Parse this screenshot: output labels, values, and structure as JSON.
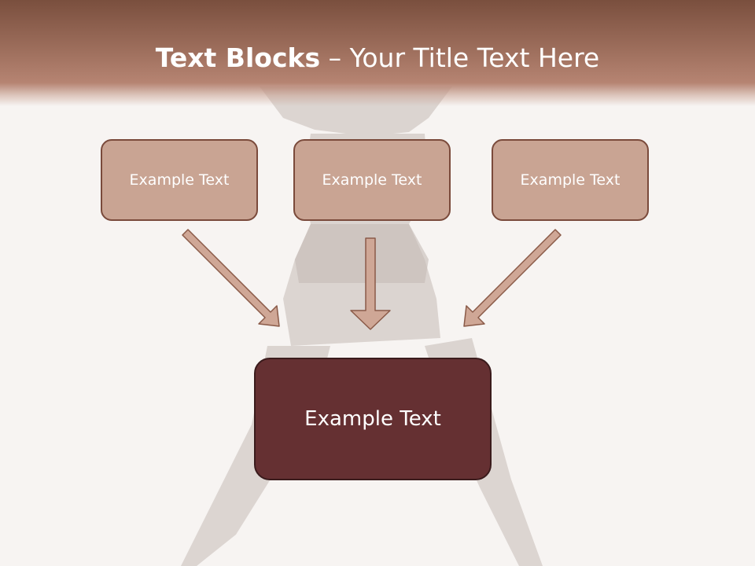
{
  "title": {
    "bold_part": "Text Blocks",
    "separator": " – ",
    "light_part": "Your Title Text Here"
  },
  "blocks": [
    {
      "label": "Example Text"
    },
    {
      "label": "Example Text"
    },
    {
      "label": "Example Text"
    }
  ],
  "target_block": {
    "label": "Example Text"
  },
  "colors": {
    "header": "#9c6d5b",
    "small_box_fill": "#c9a493",
    "small_box_border": "#7a4a3b",
    "big_box_fill": "#653032",
    "arrow_fill": "#cfa796",
    "arrow_border": "#8a5a48"
  }
}
